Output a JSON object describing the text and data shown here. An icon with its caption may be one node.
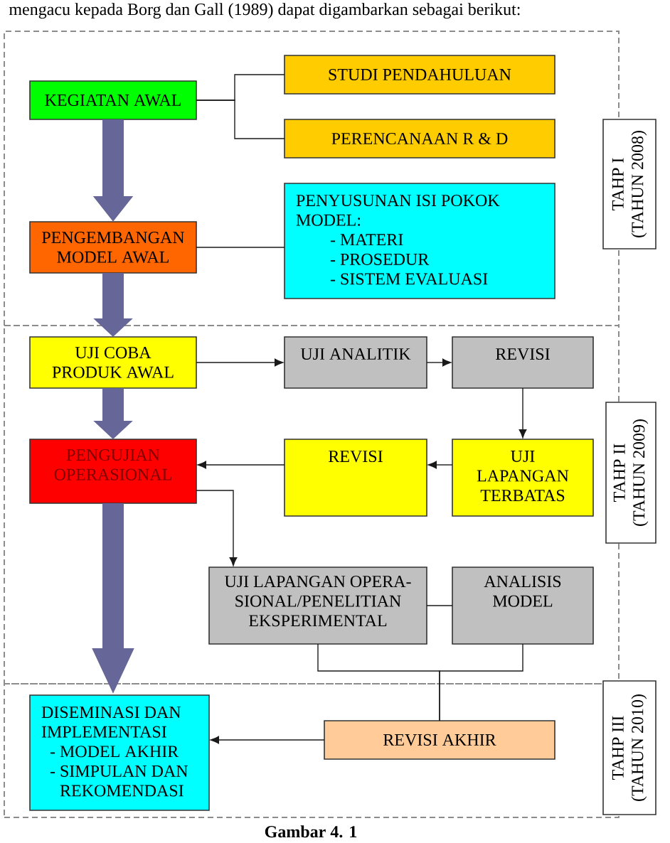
{
  "diagram": {
    "caption": "Gambar 4. 1",
    "nodes": [
      {
        "text": [
          "TAHP I",
          "(TAHUN 2008)"
        ]
      },
      {
        "text": [
          "KEGIATAN AWAL"
        ],
        "in": 0
      },
      {
        "text": [
          "STUDI PENDAHULUAN"
        ],
        "in": 0
      },
      {
        "text": [
          "PERENCANAAN R & D"
        ],
        "in": 0
      },
      {
        "text": [
          "PENGEMBANGAN MODEL AWAL"
        ],
        "in": 0
      },
      {
        "text": [
          "PENYUSUNAN ISI POKOK MODEL:",
          "- MATERI",
          "- PROSEDUR",
          "- SISTEM EVALUASI"
        ],
        "in": 0
      },
      {
        "text": [
          "TAHP II",
          "(TAHUN 2009)"
        ]
      },
      {
        "text": [
          "UJI COBA PRODUK AWAL"
        ],
        "in": 6
      },
      {
        "text": [
          "UJI ANALITIK"
        ],
        "in": 6
      },
      {
        "text": [
          "REVISI"
        ],
        "in": 6
      },
      {
        "text": [
          "PENGUJIAN OPERASIONAL"
        ],
        "in": 6
      },
      {
        "text": [
          "REVISI"
        ],
        "in": 6
      },
      {
        "text": [
          "UJI LAPANGAN TERBATAS"
        ],
        "in": 6
      },
      {
        "text": [
          "UJI LAPANGAN OPERA- SIONAL/PENELITIAN EKSPERIMENTAL"
        ],
        "in": 6
      },
      {
        "text": [
          "ANALISIS MODEL"
        ],
        "in": 6
      },
      {
        "text": [
          "TAHP III",
          "(TAHUN 2010)"
        ]
      },
      {
        "text": [
          "DISEMINASI DAN IMPLEMENTASI",
          "- MODEL AKHIR",
          "- SIMPULAN DAN REKOMENDASI"
        ],
        "in": 15
      },
      {
        "text": [
          "REVISI AKHIR"
        ],
        "in": 15
      }
    ],
    "edges": [
      {
        "from": 1,
        "to": 2,
        "arrow": "none"
      },
      {
        "from": 1,
        "to": 3,
        "arrow": "none"
      },
      {
        "from": 1,
        "to": 4,
        "arrow": "to",
        "style": "thick",
        "color": "#666699"
      },
      {
        "from": 4,
        "to": 5,
        "arrow": "none"
      },
      {
        "from": 4,
        "to": 7,
        "arrow": "to",
        "style": "thick",
        "color": "#666699"
      },
      {
        "from": 7,
        "to": 8,
        "arrow": "to"
      },
      {
        "from": 8,
        "to": 9,
        "arrow": "to"
      },
      {
        "from": 9,
        "to": 12,
        "arrow": "to"
      },
      {
        "from": 7,
        "to": 10,
        "arrow": "to",
        "style": "thick",
        "color": "#666699"
      },
      {
        "from": 12,
        "to": 11,
        "arrow": "to"
      },
      {
        "from": 11,
        "to": 10,
        "arrow": "to"
      },
      {
        "from": 10,
        "to": 13,
        "arrow": "to"
      },
      {
        "from": 13,
        "to": 14,
        "arrow": "none"
      },
      {
        "from": 10,
        "to": 16,
        "arrow": "to",
        "style": "thick",
        "color": "#666699"
      },
      {
        "from": 13,
        "to": 17,
        "arrow": "none"
      },
      {
        "from": 14,
        "to": 17,
        "arrow": "none"
      },
      {
        "from": 17,
        "to": 16,
        "arrow": "to"
      }
    ],
    "labels": [
      "mengacu kepada Borg dan Gall (1989) dapat digambarkan sebagai berikut:"
    ]
  }
}
